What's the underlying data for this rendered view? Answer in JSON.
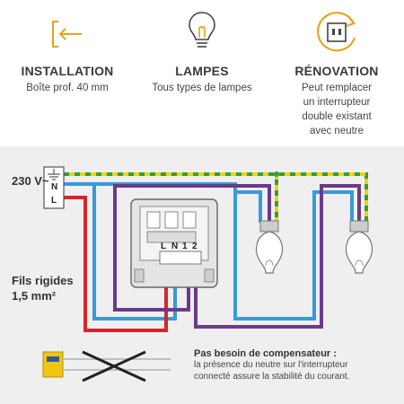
{
  "features": [
    {
      "icon": "installation-arrow-icon",
      "title": "INSTALLATION",
      "lines": [
        "Boîte prof. 40 mm"
      ]
    },
    {
      "icon": "lightbulb-icon",
      "title": "LAMPES",
      "lines": [
        "Tous types de lampes"
      ]
    },
    {
      "icon": "renovation-outlet-icon",
      "title": "RÉNOVATION",
      "lines": [
        "Peut remplacer",
        "un interrupteur",
        "double existant",
        "avec neutre"
      ]
    }
  ],
  "diagram": {
    "supply_label": "230 V~",
    "terminal_labels": [
      "N",
      "L"
    ],
    "switch_terminals": [
      "L",
      "N",
      "1",
      "2"
    ],
    "wire_label": [
      "Fils rigides",
      "1,5 mm²"
    ],
    "note_title": "Pas besoin de compensateur :",
    "note_lines": [
      "la présence du neutre sur l'interrupteur",
      "connecté assure la stabilité du courant."
    ],
    "colors": {
      "earth_green": "#3a9a3a",
      "earth_yellow": "#e9d41a",
      "neutral_blue": "#3a9ad6",
      "live_red": "#d8232a",
      "load_purple": "#6a3a8a",
      "accent_orange": "#e8a21e"
    }
  }
}
